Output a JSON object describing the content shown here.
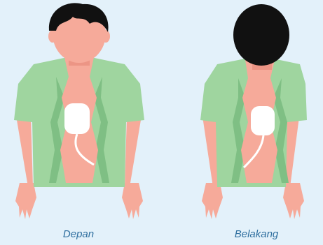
{
  "captions": {
    "front": "Depan",
    "back": "Belakang"
  },
  "colors": {
    "background": "#e3f1fa",
    "skin": "#f6aa9a",
    "skin_shadow": "#ec9585",
    "shirt": "#9fd59f",
    "shirt_shadow": "#7fbf84",
    "hair": "#111111",
    "device": "#ffffff",
    "caption": "#2f6f9f"
  },
  "icons": {
    "front": "person-front-with-holter-device",
    "back": "person-back-with-holter-device"
  }
}
